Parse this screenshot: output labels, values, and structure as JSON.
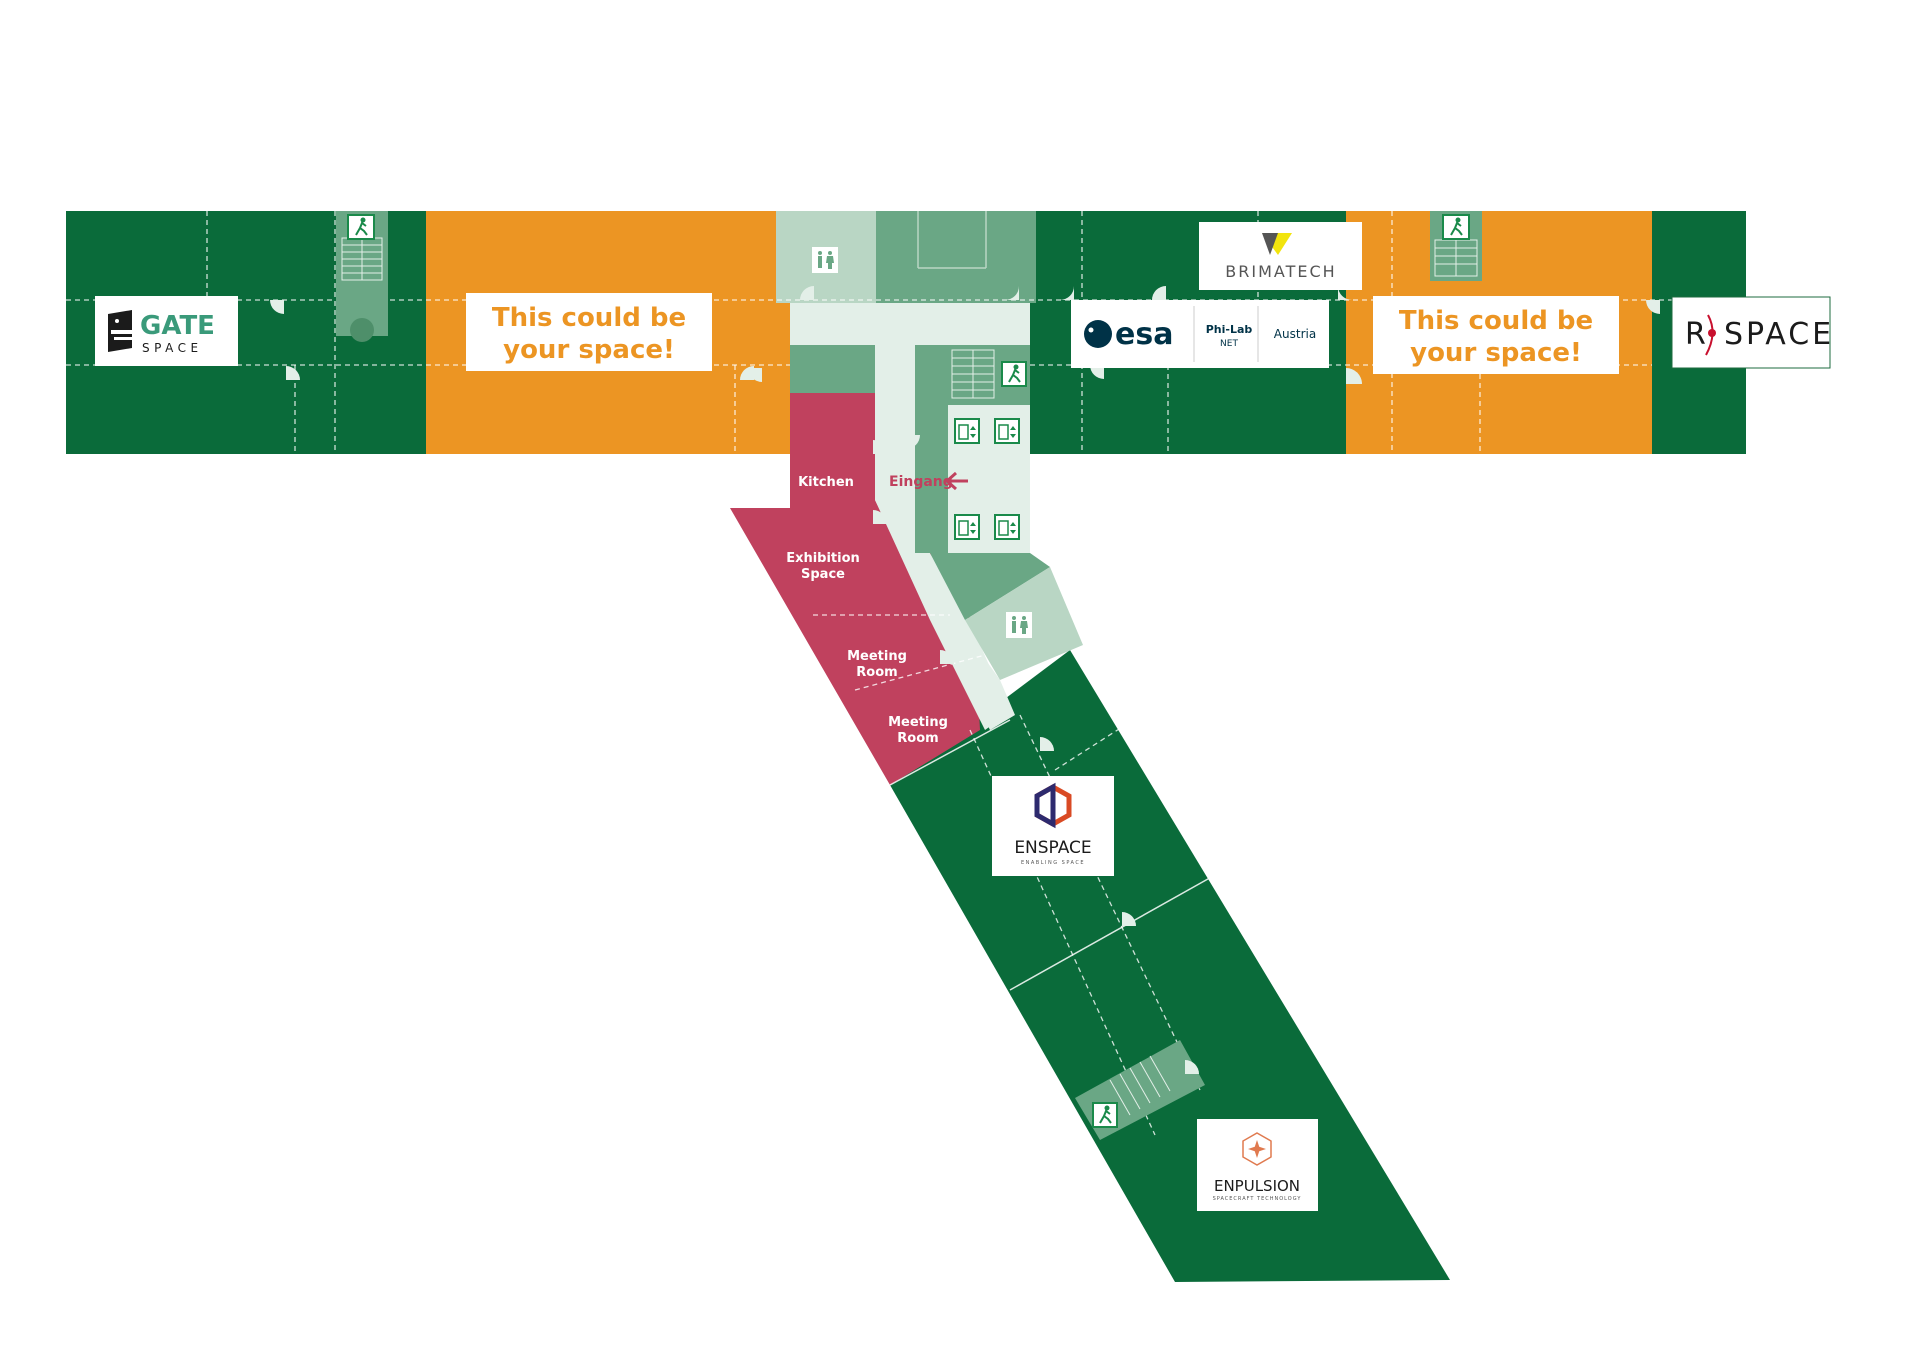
{
  "colors": {
    "tenant": "#0a6b3a",
    "available": "#ec9523",
    "common": "#c0415e",
    "corridor": "#e3efe8",
    "service": "#6aa785",
    "service_light": "#b9d6c4",
    "white": "#ffffff"
  },
  "rooms": {
    "kitchen": "Kitchen",
    "exhibition_line1": "Exhibition",
    "exhibition_line2": "Space",
    "meeting1_line1": "Meeting",
    "meeting1_line2": "Room",
    "meeting2_line1": "Meeting",
    "meeting2_line2": "Room",
    "entrance": "Eingang"
  },
  "promo": {
    "left_line1": "This could be",
    "left_line2": "your space!",
    "right_line1": "This could be",
    "right_line2": "your space!"
  },
  "logos": {
    "gate_top": "GATE",
    "gate_bottom": "SPACE",
    "brimatech": "BRIMATECH",
    "esa": "esa",
    "philab_top": "Phi-Lab",
    "philab_bottom": "NET",
    "austria": "Austria",
    "rspace_r": "R",
    "rspace_rest": "SPACE",
    "enspace": "ENSPACE",
    "enspace_tag": "ENABLING SPACE",
    "enpulsion": "ENPULSION",
    "enpulsion_tag": "SPACECRAFT TECHNOLOGY"
  },
  "icons": [
    "restroom-icon",
    "emergency-exit-icon",
    "elevator-icon",
    "stairs-icon",
    "entrance-arrow-icon"
  ]
}
